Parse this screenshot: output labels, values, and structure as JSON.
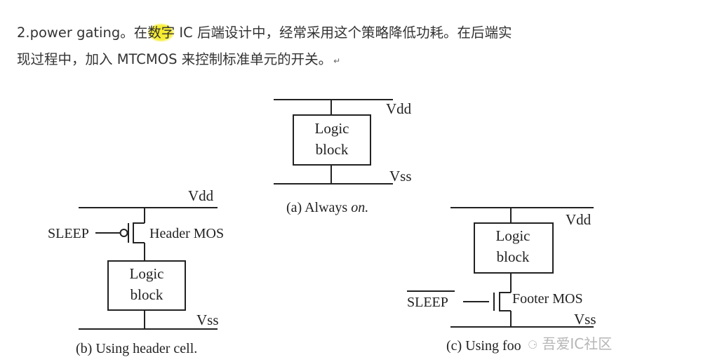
{
  "paragraph": {
    "line1_prefix": "2.power gating。在",
    "line1_highlight": "数字",
    "line1_suffix": " IC 后端设计中，经常采用这个策略降低功耗。在后端实",
    "line2": "现过程中，加入 MTCMOS 来控制标准单元的开关。",
    "return_mark": "↵"
  },
  "diagram_a": {
    "vdd": "Vdd",
    "vss": "Vss",
    "block_line1": "Logic",
    "block_line2": "block",
    "caption_prefix": "(a) Always ",
    "caption_italic": "on."
  },
  "diagram_b": {
    "vdd": "Vdd",
    "vss": "Vss",
    "sleep": "SLEEP",
    "mos_label": "Header MOS",
    "block_line1": "Logic",
    "block_line2": "block",
    "caption": "(b) Using header cell."
  },
  "diagram_c": {
    "vdd": "Vdd",
    "vss": "Vss",
    "sleep": "SLEEP",
    "mos_label": "Footer MOS",
    "block_line1": "Logic",
    "block_line2": "block",
    "caption": "(c) Using foo"
  },
  "watermark": {
    "icon": "wechat-icon",
    "text": "吾爱IC社区"
  }
}
